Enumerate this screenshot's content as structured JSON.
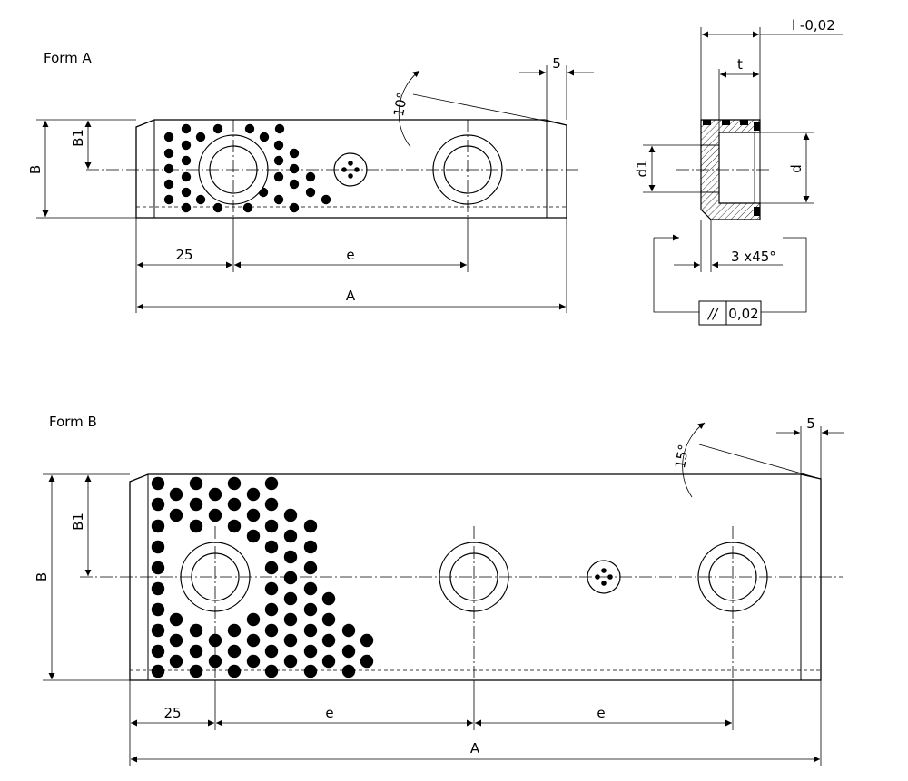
{
  "form_a": {
    "title": "Form A",
    "dim_b": "B",
    "dim_b1": "B1",
    "dim_25": "25",
    "dim_e": "e",
    "dim_a": "A",
    "dim_5": "5",
    "angle": "10°"
  },
  "form_b": {
    "title": "Form B",
    "dim_b": "B",
    "dim_b1": "B1",
    "dim_25": "25",
    "dim_e1": "e",
    "dim_e2": "e",
    "dim_a": "A",
    "dim_5": "5",
    "angle": "15°"
  },
  "section": {
    "dim_l": "l -0,02",
    "dim_t": "t",
    "dim_d1": "d1",
    "dim_d": "d",
    "chamfer": "3  x45°",
    "parallel_symbol": "//",
    "parallel_value": "0,02"
  }
}
